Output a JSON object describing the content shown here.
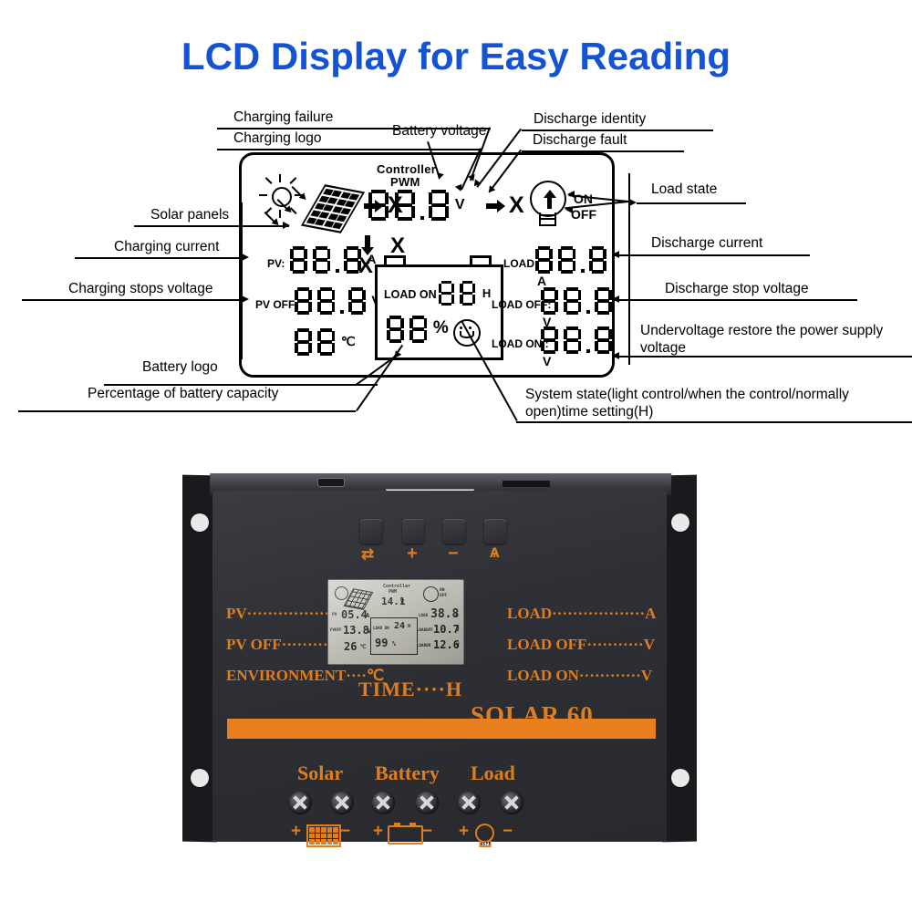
{
  "page": {
    "title": "LCD Display for Easy Reading",
    "title_color": "#1453d4"
  },
  "diagram": {
    "callouts": {
      "charging_failure": "Charging failure",
      "charging_logo": "Charging logo",
      "battery_voltage": "Battery voltage",
      "discharge_identity": "Discharge identity",
      "discharge_fault": "Discharge fault",
      "load_state": "Load state",
      "solar_panels": "Solar panels",
      "charging_current": "Charging current",
      "charging_stops_voltage": "Charging stops voltage",
      "discharge_current": "Discharge current",
      "discharge_stop_voltage": "Discharge stop voltage",
      "undervoltage_restore": "Undervoltage restore the power supply voltage",
      "battery_logo": "Battery logo",
      "percentage_of_battery_capacity": "Percentage of battery capacity",
      "system_state": "System state(light control/when the control/normally open)time setting(H)"
    },
    "lcd": {
      "controller": "Controller",
      "pwm": "PWM",
      "on": "ON",
      "off": "OFF",
      "x_charge": "X",
      "x_discharge": "X",
      "x_mid_top": "X",
      "x_mid_bot": "X",
      "battery_voltage_digits": "88.8",
      "battery_voltage_unit": "V",
      "pv_label": "PV:",
      "pv_current_digits": "88.8",
      "pv_current_unit": "A",
      "pvoff_label": "PV OFF:",
      "pvoff_digits": "88.8",
      "pvoff_unit": "V",
      "temp_digits": "88",
      "temp_unit": "℃",
      "load_label": "LOAD:",
      "load_current_digits": "88.8",
      "load_current_unit": "A",
      "loadoff_label": "LOAD OFF:",
      "loadoff_digits": "88.8",
      "loadoff_unit": "V",
      "loadon_label": "LOAD ON :",
      "loadon_digits": "88.8",
      "loadon_unit": "V",
      "load_on_inner": "LOAD ON",
      "hours_digits": "88",
      "hours_unit": "H",
      "percent_digits": "88",
      "percent_unit": "%"
    }
  },
  "device": {
    "brand": "SOLAR 60",
    "time_label": "TIME····H",
    "left_rows": [
      "PV·················A",
      "PV OFF············V",
      "ENVIRONMENT····℃"
    ],
    "right_rows": [
      "LOAD··················A",
      "LOAD OFF···········V",
      "LOAD ON············V"
    ],
    "buttons": [
      {
        "name": "toggle-button",
        "icon": "⇄"
      },
      {
        "name": "plus-button",
        "icon": "+"
      },
      {
        "name": "minus-button",
        "icon": "−"
      },
      {
        "name": "light-button",
        "icon": "ѧ"
      }
    ],
    "terminals": [
      {
        "label": "Solar",
        "icon": "solar-panel-icon"
      },
      {
        "label": "Battery",
        "icon": "battery-icon"
      },
      {
        "label": "Load",
        "icon": "bulb-icon"
      }
    ],
    "terminal_signs": {
      "plus": "+",
      "minus": "−"
    },
    "screen": {
      "controller": "Controller",
      "pwm": "PWM",
      "on": "ON",
      "off": "OFF",
      "battery_voltage": "14.1",
      "battery_voltage_unit": "V",
      "pv_label": "PV",
      "pv_current": "05.4",
      "pv_current_unit": "A",
      "pvoff_label": "PVOFF",
      "pvoff_value": "13.8",
      "pvoff_unit": "V",
      "temp_value": "26",
      "temp_unit": "℃",
      "load_label": "LOAD",
      "load_current": "38.8",
      "load_current_unit": "A",
      "loadoff_label": "LOADOFF",
      "loadoff_value": "10.7",
      "loadoff_unit": "V",
      "loadon_label": "LOADON",
      "loadon_value": "12.6",
      "loadon_unit": "V",
      "load_on_inner": "LOAD ON",
      "hours": "24",
      "hours_unit": "H",
      "percent": "99",
      "percent_unit": "%"
    }
  },
  "colors": {
    "accent_orange": "#e07d1f",
    "title_blue": "#1453d4",
    "body_dark": "#2e3035"
  }
}
